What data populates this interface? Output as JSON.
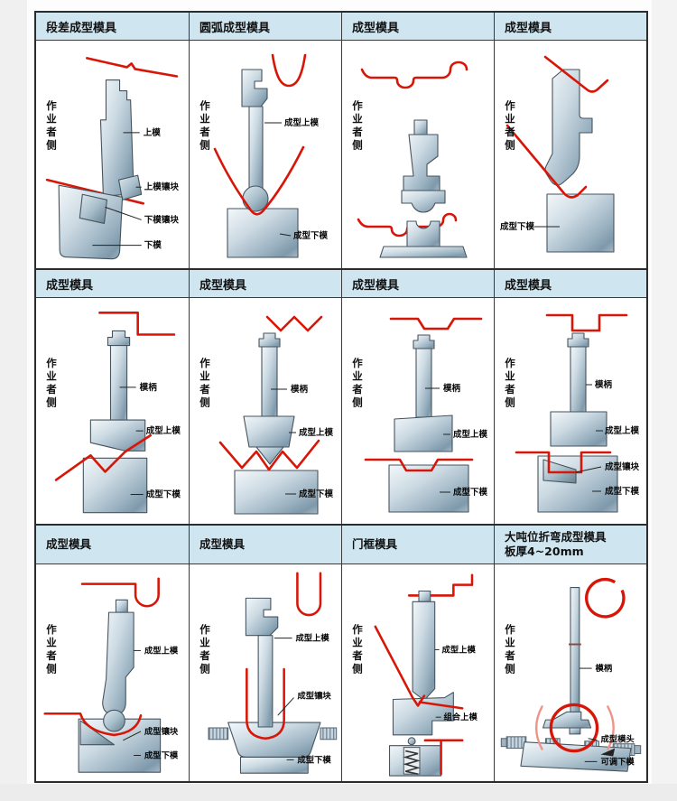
{
  "page": {
    "operator_side_label": "作业者侧"
  },
  "colors": {
    "header_bg": "#cfe6f1",
    "grid_border": "#2c2c2c",
    "profile_red": "#d81607",
    "metal_light": "#f3f8fa",
    "metal_dark": "#64808f"
  },
  "panels": [
    {
      "title": "段差成型模具",
      "labels": [
        "上模",
        "上模镶块",
        "下模镶块",
        "下模"
      ]
    },
    {
      "title": "圆弧成型模具",
      "labels": [
        "成型上模",
        "成型下模"
      ]
    },
    {
      "title": "成型模具",
      "labels": []
    },
    {
      "title": "成型模具",
      "labels": [
        "成型下模"
      ]
    },
    {
      "title": "成型模具",
      "labels": [
        "模柄",
        "成型上模",
        "成型下模"
      ]
    },
    {
      "title": "成型模具",
      "labels": [
        "模柄",
        "成型上模",
        "成型下模"
      ]
    },
    {
      "title": "成型模具",
      "labels": [
        "模柄",
        "成型上模",
        "成型下模"
      ]
    },
    {
      "title": "成型模具",
      "labels": [
        "模柄",
        "成型上模",
        "成型镶块",
        "成型下模"
      ]
    },
    {
      "title": "成型模具",
      "labels": [
        "成型上模",
        "成型镶块",
        "成型下模"
      ]
    },
    {
      "title": "成型模具",
      "labels": [
        "成型上模",
        "成型镶块",
        "成型下模"
      ]
    },
    {
      "title": "门框模具",
      "labels": [
        "成型上模",
        "组合上模"
      ]
    },
    {
      "title": "大吨位折弯成型模具",
      "subtitle": "板厚4~20mm",
      "labels": [
        "模柄",
        "成型模头",
        "可调下模"
      ]
    }
  ]
}
